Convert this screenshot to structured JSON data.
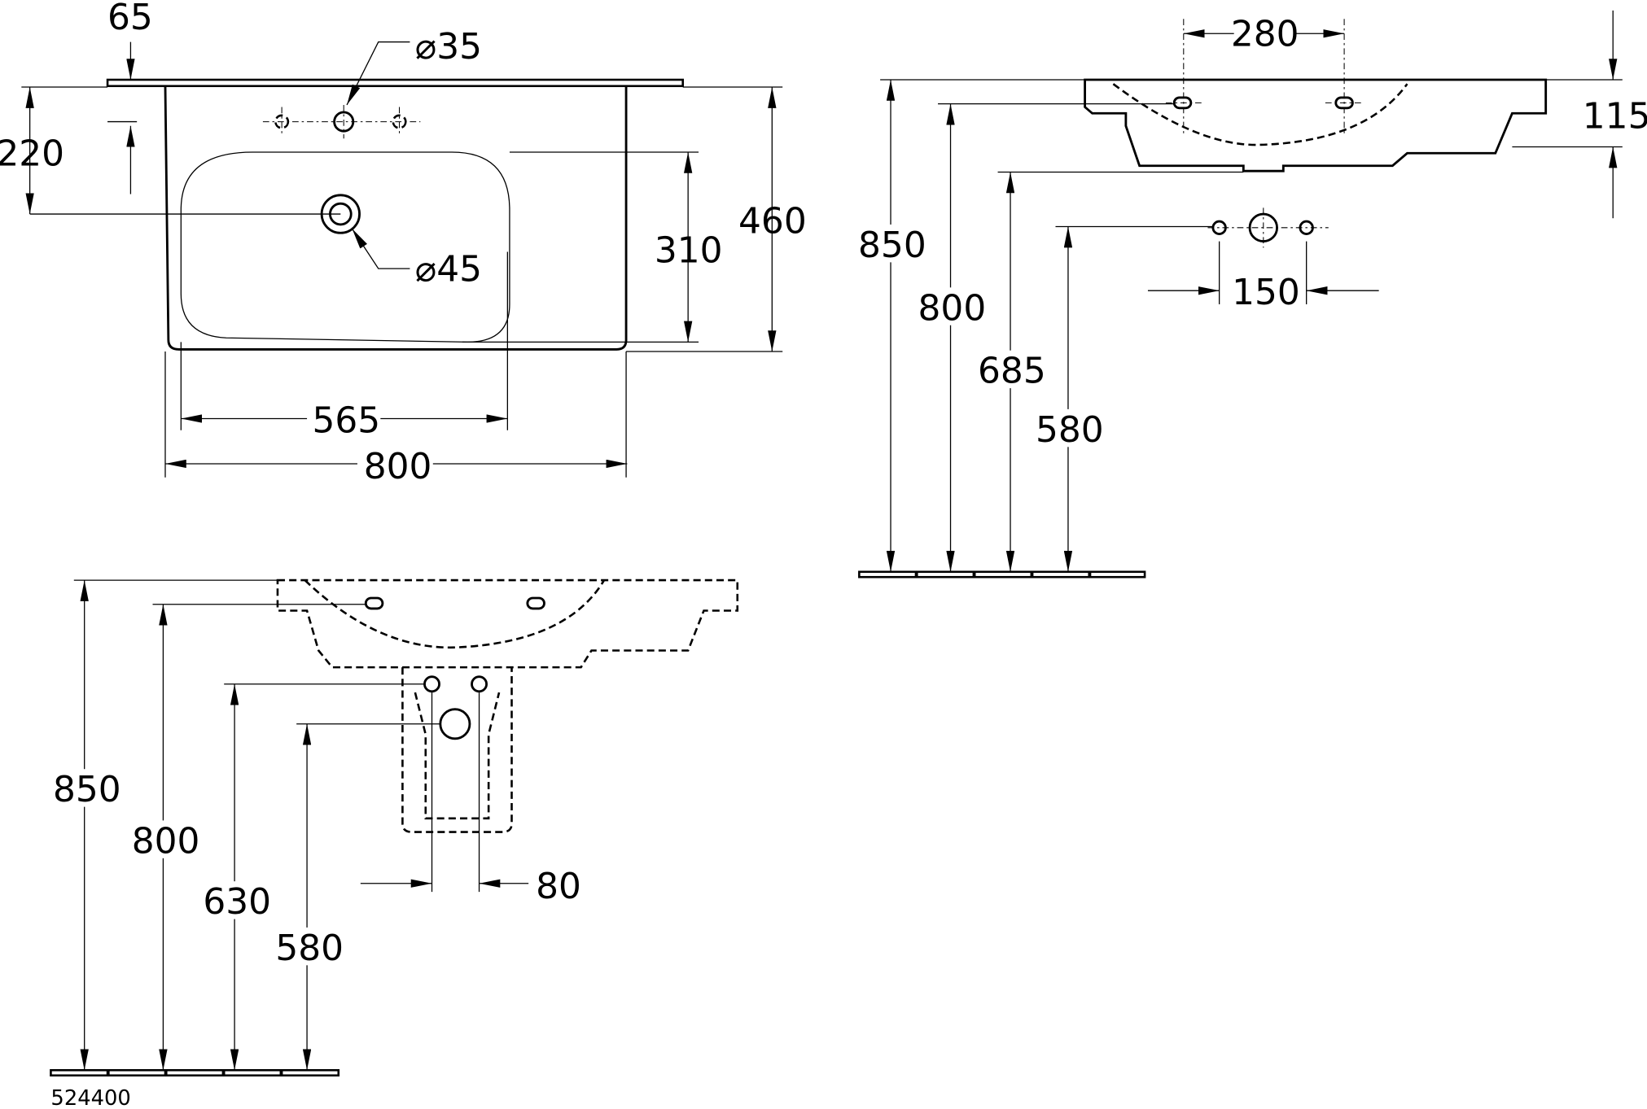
{
  "drawing_id": "524400",
  "top_view": {
    "dim_overhang": "65",
    "dim_tap_hole": "⌀35",
    "dim_tap_offset": "220",
    "dim_overflow": "⌀45",
    "dim_bowl_depth": "310",
    "dim_depth": "460",
    "dim_bowl_width": "565",
    "dim_width": "800"
  },
  "side_view": {
    "dim_hole_spacing": "280",
    "dim_thickness": "115",
    "dim_height_top": "850",
    "dim_height_fix": "800",
    "dim_height_bottom": "685",
    "dim_height_waste": "580",
    "dim_supply_spacing": "150"
  },
  "pedestal_view": {
    "dim_height_top": "850",
    "dim_height_fix": "800",
    "dim_height_supply": "630",
    "dim_height_waste": "580",
    "dim_supply_spacing": "80"
  }
}
